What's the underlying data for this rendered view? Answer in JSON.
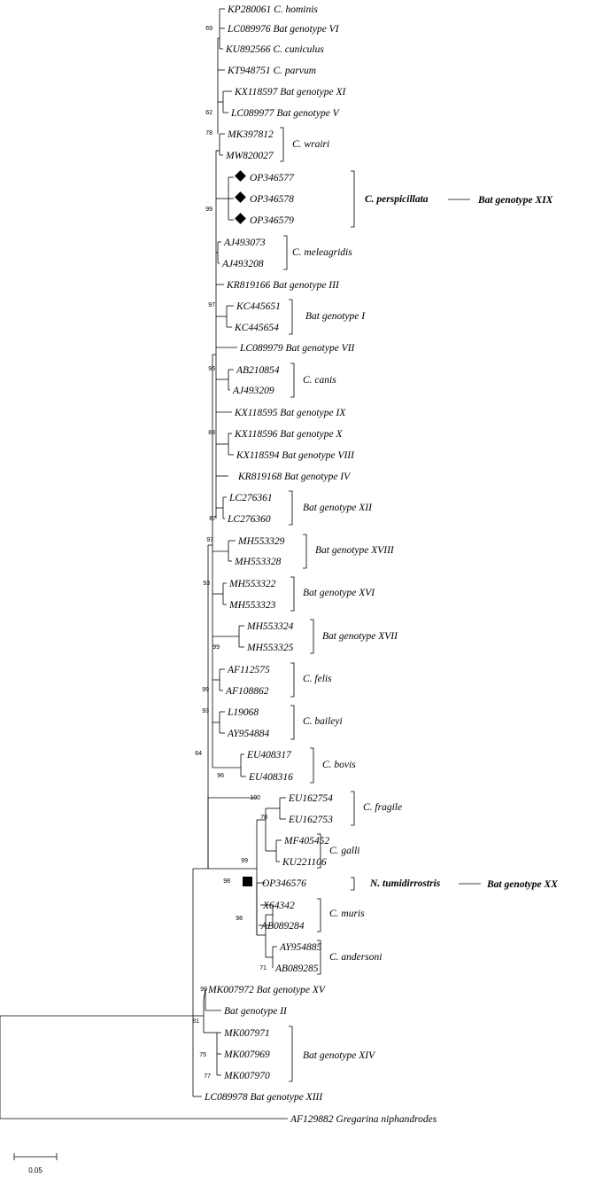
{
  "taxa": [
    {
      "id": "KP280061",
      "label": "KP280061 C. hominis"
    },
    {
      "id": "LC089976",
      "label": "LC089976 Bat genotype VI"
    },
    {
      "id": "KU892566",
      "label": "KU892566 C. cuniculus"
    },
    {
      "id": "KT948751",
      "label": "KT948751 C. parvum"
    },
    {
      "id": "KX118597",
      "label": "KX118597 Bat genotype XI"
    },
    {
      "id": "LC089977",
      "label": "LC089977 Bat genotype V"
    },
    {
      "id": "MK397812",
      "label": "MK397812"
    },
    {
      "id": "MW820027",
      "label": "MW820027"
    },
    {
      "id": "OP346577",
      "label": "OP346577",
      "marker": "diamond"
    },
    {
      "id": "OP346578",
      "label": "OP346578",
      "marker": "diamond"
    },
    {
      "id": "OP346579",
      "label": "OP346579",
      "marker": "diamond"
    },
    {
      "id": "AJ493073",
      "label": "AJ493073"
    },
    {
      "id": "AJ493208",
      "label": "AJ493208"
    },
    {
      "id": "KR819166",
      "label": "KR819166 Bat genotype III"
    },
    {
      "id": "KC445651",
      "label": "KC445651"
    },
    {
      "id": "KC445654",
      "label": "KC445654"
    },
    {
      "id": "LC089979",
      "label": "LC089979 Bat genotype VII"
    },
    {
      "id": "AB210854",
      "label": "AB210854"
    },
    {
      "id": "AJ493209",
      "label": "AJ493209"
    },
    {
      "id": "KX118595",
      "label": "KX118595 Bat genotype IX"
    },
    {
      "id": "KX118596",
      "label": "KX118596 Bat genotype X"
    },
    {
      "id": "KX118594",
      "label": "KX118594 Bat genotype VIII"
    },
    {
      "id": "KR819168",
      "label": "KR819168 Bat genotype IV"
    },
    {
      "id": "LC276361",
      "label": "LC276361"
    },
    {
      "id": "LC276360",
      "label": "LC276360"
    },
    {
      "id": "MH553329",
      "label": "MH553329"
    },
    {
      "id": "MH553328",
      "label": "MH553328"
    },
    {
      "id": "MH553322",
      "label": "MH553322"
    },
    {
      "id": "MH553323",
      "label": "MH553323"
    },
    {
      "id": "MH553324",
      "label": "MH553324"
    },
    {
      "id": "MH553325",
      "label": "MH553325"
    },
    {
      "id": "AF112575",
      "label": "AF112575"
    },
    {
      "id": "AF108862",
      "label": "AF108862"
    },
    {
      "id": "L19068",
      "label": "L19068"
    },
    {
      "id": "AY954884",
      "label": "AY954884"
    },
    {
      "id": "EU408317",
      "label": "EU408317"
    },
    {
      "id": "EU408316",
      "label": "EU408316"
    },
    {
      "id": "EU162754",
      "label": "EU162754"
    },
    {
      "id": "EU162753",
      "label": "EU162753"
    },
    {
      "id": "MF405452",
      "label": "MF405452"
    },
    {
      "id": "KU221106",
      "label": "KU221106"
    },
    {
      "id": "OP346576",
      "label": "OP346576",
      "marker": "square"
    },
    {
      "id": "X64342",
      "label": "X64342"
    },
    {
      "id": "AB089284",
      "label": "AB089284"
    },
    {
      "id": "AY954885",
      "label": "AY954885"
    },
    {
      "id": "AB089285",
      "label": "AB089285"
    },
    {
      "id": "MK007972",
      "label": "MK007972 Bat genotype XV"
    },
    {
      "id": "BatII",
      "label": "Bat genotype II"
    },
    {
      "id": "MK007971",
      "label": "MK007971"
    },
    {
      "id": "MK007969",
      "label": "MK007969"
    },
    {
      "id": "MK007970",
      "label": "MK007970"
    },
    {
      "id": "LC089978",
      "label": "LC089978 Bat genotype XIII"
    },
    {
      "id": "AF129882",
      "label": "AF129882 Gregarina niphandrodes"
    }
  ],
  "groups": [
    {
      "label": "C. wrairi",
      "bold": false
    },
    {
      "label": "C. perspicillata",
      "bold": true,
      "extra": "Bat genotype XIX"
    },
    {
      "label": "C. meleagridis",
      "bold": false
    },
    {
      "label": "Bat genotype I",
      "bold": false
    },
    {
      "label": "C. canis",
      "bold": false
    },
    {
      "label": "Bat genotype XII",
      "bold": false
    },
    {
      "label": "Bat genotype XVIII",
      "bold": false
    },
    {
      "label": "Bat genotype XVI",
      "bold": false
    },
    {
      "label": "Bat genotype XVII",
      "bold": false
    },
    {
      "label": "C. felis",
      "bold": false
    },
    {
      "label": "C. baileyi",
      "bold": false
    },
    {
      "label": "C. bovis",
      "bold": false
    },
    {
      "label": "C. fragile",
      "bold": false
    },
    {
      "label": "C. galli",
      "bold": false
    },
    {
      "label": "N. tumidirrostris",
      "bold": true,
      "extra": "Bat genotype XX"
    },
    {
      "label": "C. muris",
      "bold": false
    },
    {
      "label": "C. andersoni",
      "bold": false
    },
    {
      "label": "Bat genotype XIV",
      "bold": false
    }
  ],
  "bootstrap": [
    "69",
    "62",
    "78",
    "99",
    "97",
    "96",
    "88",
    "87",
    "97",
    "93",
    "99",
    "99",
    "93",
    "64",
    "96",
    "100",
    "78",
    "99",
    "98",
    "98",
    "71",
    "99",
    "81",
    "75",
    "77"
  ],
  "scale_bar": {
    "label": "0.05",
    "value": 0.05
  }
}
